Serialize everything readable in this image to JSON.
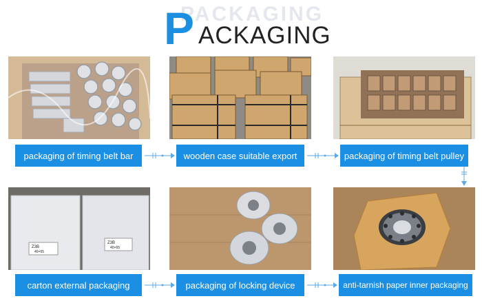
{
  "title": {
    "ghost": "PACKAGING",
    "first_letter": "P",
    "rest": "ACKAGING"
  },
  "steps": [
    {
      "label": "packaging of timing belt bar"
    },
    {
      "label": "wooden case suitable export"
    },
    {
      "label": "packaging of timing belt pulley"
    },
    {
      "label": "carton external packaging"
    },
    {
      "label": "packaging of locking device"
    },
    {
      "label": "anti-tarnish paper inner packaging"
    }
  ],
  "box_labels": {
    "left": "Z3B",
    "left_size": "40×65",
    "right": "Z3B",
    "right_size": "40×65"
  },
  "colors": {
    "accent": "#1b8fe3",
    "title_blue": "#1d8fe0",
    "connector": "#5aa9e6"
  }
}
